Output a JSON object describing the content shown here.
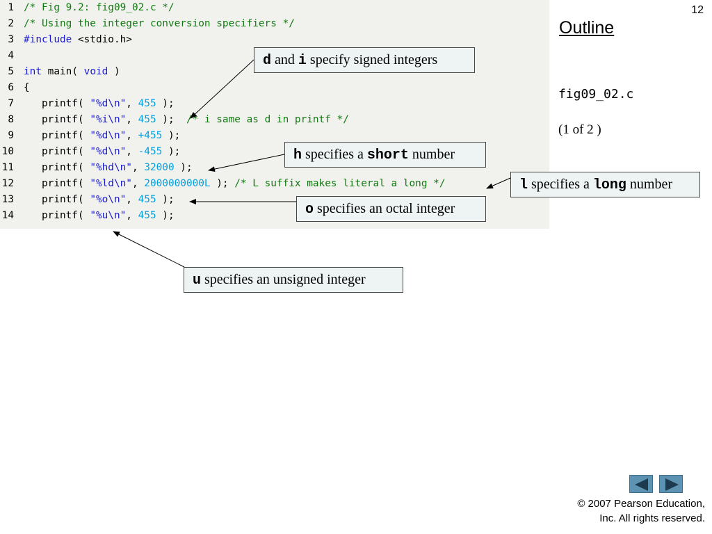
{
  "page": {
    "number": "12"
  },
  "sidebar": {
    "outline_title": "Outline",
    "file_name": "fig09_02.c",
    "part_label": "(1 of 2 )"
  },
  "code": {
    "lines": [
      {
        "num": "1",
        "tokens": [
          {
            "text": "/* Fig 9.2: fig09_02.c */",
            "kind": "comment"
          }
        ]
      },
      {
        "num": "2",
        "tokens": [
          {
            "text": "/* Using the integer conversion specifiers */",
            "kind": "comment"
          }
        ]
      },
      {
        "num": "3",
        "tokens": [
          {
            "text": "#include",
            "kind": "keyword"
          },
          {
            "text": " <stdio.h>",
            "kind": "plain"
          }
        ]
      },
      {
        "num": "4",
        "tokens": []
      },
      {
        "num": "5",
        "tokens": [
          {
            "text": "int",
            "kind": "keyword"
          },
          {
            "text": " main( ",
            "kind": "plain"
          },
          {
            "text": "void",
            "kind": "keyword"
          },
          {
            "text": " )",
            "kind": "plain"
          }
        ]
      },
      {
        "num": "6",
        "tokens": [
          {
            "text": "{",
            "kind": "plain"
          }
        ]
      },
      {
        "num": "7",
        "tokens": [
          {
            "text": "   printf( ",
            "kind": "plain"
          },
          {
            "text": "\"%d\\n\"",
            "kind": "string"
          },
          {
            "text": ", ",
            "kind": "plain"
          },
          {
            "text": "455",
            "kind": "number"
          },
          {
            "text": " );",
            "kind": "plain"
          }
        ]
      },
      {
        "num": "8",
        "tokens": [
          {
            "text": "   printf( ",
            "kind": "plain"
          },
          {
            "text": "\"%i\\n\"",
            "kind": "string"
          },
          {
            "text": ", ",
            "kind": "plain"
          },
          {
            "text": "455",
            "kind": "number"
          },
          {
            "text": " );  ",
            "kind": "plain"
          },
          {
            "text": "/* i same as d in printf */",
            "kind": "comment"
          }
        ]
      },
      {
        "num": "9",
        "tokens": [
          {
            "text": "   printf( ",
            "kind": "plain"
          },
          {
            "text": "\"%d\\n\"",
            "kind": "string"
          },
          {
            "text": ", ",
            "kind": "plain"
          },
          {
            "text": "+455",
            "kind": "number"
          },
          {
            "text": " );",
            "kind": "plain"
          }
        ]
      },
      {
        "num": "10",
        "tokens": [
          {
            "text": "   printf( ",
            "kind": "plain"
          },
          {
            "text": "\"%d\\n\"",
            "kind": "string"
          },
          {
            "text": ", ",
            "kind": "plain"
          },
          {
            "text": "-455",
            "kind": "number"
          },
          {
            "text": " );",
            "kind": "plain"
          }
        ]
      },
      {
        "num": "11",
        "tokens": [
          {
            "text": "   printf( ",
            "kind": "plain"
          },
          {
            "text": "\"%hd\\n\"",
            "kind": "string"
          },
          {
            "text": ", ",
            "kind": "plain"
          },
          {
            "text": "32000",
            "kind": "number"
          },
          {
            "text": " );",
            "kind": "plain"
          }
        ]
      },
      {
        "num": "12",
        "tokens": [
          {
            "text": "   printf( ",
            "kind": "plain"
          },
          {
            "text": "\"%ld\\n\"",
            "kind": "string"
          },
          {
            "text": ", ",
            "kind": "plain"
          },
          {
            "text": "2000000000L",
            "kind": "number"
          },
          {
            "text": " ); ",
            "kind": "plain"
          },
          {
            "text": "/* L suffix makes literal a long */",
            "kind": "comment"
          }
        ]
      },
      {
        "num": "13",
        "tokens": [
          {
            "text": "   printf( ",
            "kind": "plain"
          },
          {
            "text": "\"%o\\n\"",
            "kind": "string"
          },
          {
            "text": ", ",
            "kind": "plain"
          },
          {
            "text": "455",
            "kind": "number"
          },
          {
            "text": " );",
            "kind": "plain"
          }
        ]
      },
      {
        "num": "14",
        "tokens": [
          {
            "text": "   printf( ",
            "kind": "plain"
          },
          {
            "text": "\"%u\\n\"",
            "kind": "string"
          },
          {
            "text": ", ",
            "kind": "plain"
          },
          {
            "text": "455",
            "kind": "number"
          },
          {
            "text": " );",
            "kind": "plain"
          }
        ]
      }
    ]
  },
  "callouts": {
    "d": {
      "code1": "d",
      "text1": " and ",
      "code2": "i",
      "text2": " specify signed integers"
    },
    "h": {
      "code1": "h",
      "text1": " specifies a ",
      "code2": "short",
      "text2": " number"
    },
    "l": {
      "code1": "l",
      "text1": " specifies a ",
      "code2": "long",
      "text2": " number"
    },
    "o": {
      "code1": "o",
      "text1": " specifies an octal integer"
    },
    "u": {
      "code1": "u",
      "text1": " specifies an unsigned integer"
    }
  },
  "nav": {
    "prev_icon": "triangle-left-icon",
    "next_icon": "triangle-right-icon"
  },
  "footer": {
    "copyright_line1": "© 2007 Pearson Education,",
    "copyright_line2": "Inc.  All rights reserved."
  },
  "colors": {
    "comment": "#117a11",
    "keyword": "#1a1ad0",
    "string": "#1a1ad0",
    "number": "#00a0e0",
    "code_background": "#f1f1ee",
    "callout_background": "#eef3f3",
    "nav_button": "#5d93b2"
  }
}
